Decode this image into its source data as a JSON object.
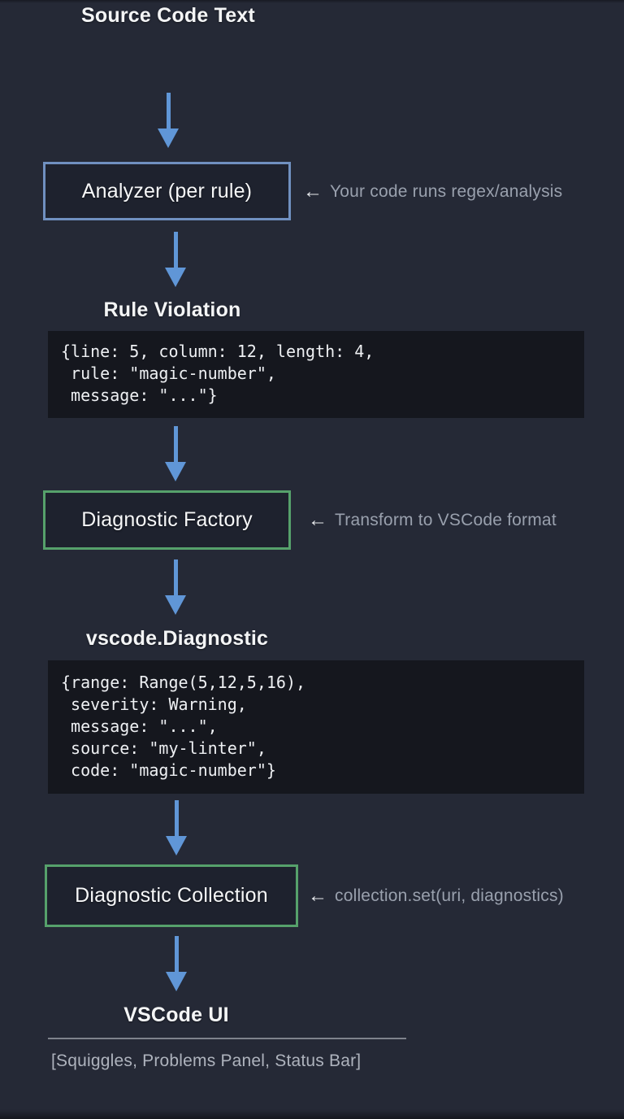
{
  "colors": {
    "background": "#252936",
    "box_border_blue": "#7090c0",
    "box_border_green": "#56a16b",
    "arrow_blue": "#6096d7",
    "code_background": "#15171e",
    "text_primary": "#f4f5f6",
    "text_muted": "#99a0ad",
    "divider": "#7e828c"
  },
  "annotation_arrow": "←",
  "nodes": {
    "source_title": "Source Code Text",
    "analyzer": {
      "label": "Analyzer (per rule)",
      "annotation": "Your code runs regex/analysis"
    },
    "rule_violation": {
      "title": "Rule Violation",
      "code_lines": [
        "{line: 5, column: 12, length: 4,",
        " rule: \"magic-number\",",
        " message: \"...\"}"
      ]
    },
    "factory": {
      "label": "Diagnostic Factory",
      "annotation": "Transform to VSCode format"
    },
    "vscode_diagnostic": {
      "title": "vscode.Diagnostic",
      "code_lines": [
        "{range: Range(5,12,5,16),",
        " severity: Warning,",
        " message: \"...\",",
        " source: \"my-linter\",",
        " code: \"magic-number\"}"
      ]
    },
    "collection": {
      "label": "Diagnostic Collection",
      "annotation": "collection.set(uri, diagnostics)"
    },
    "vscode_ui": {
      "title": "VSCode UI",
      "outputs": "[Squiggles, Problems Panel, Status Bar]"
    }
  }
}
